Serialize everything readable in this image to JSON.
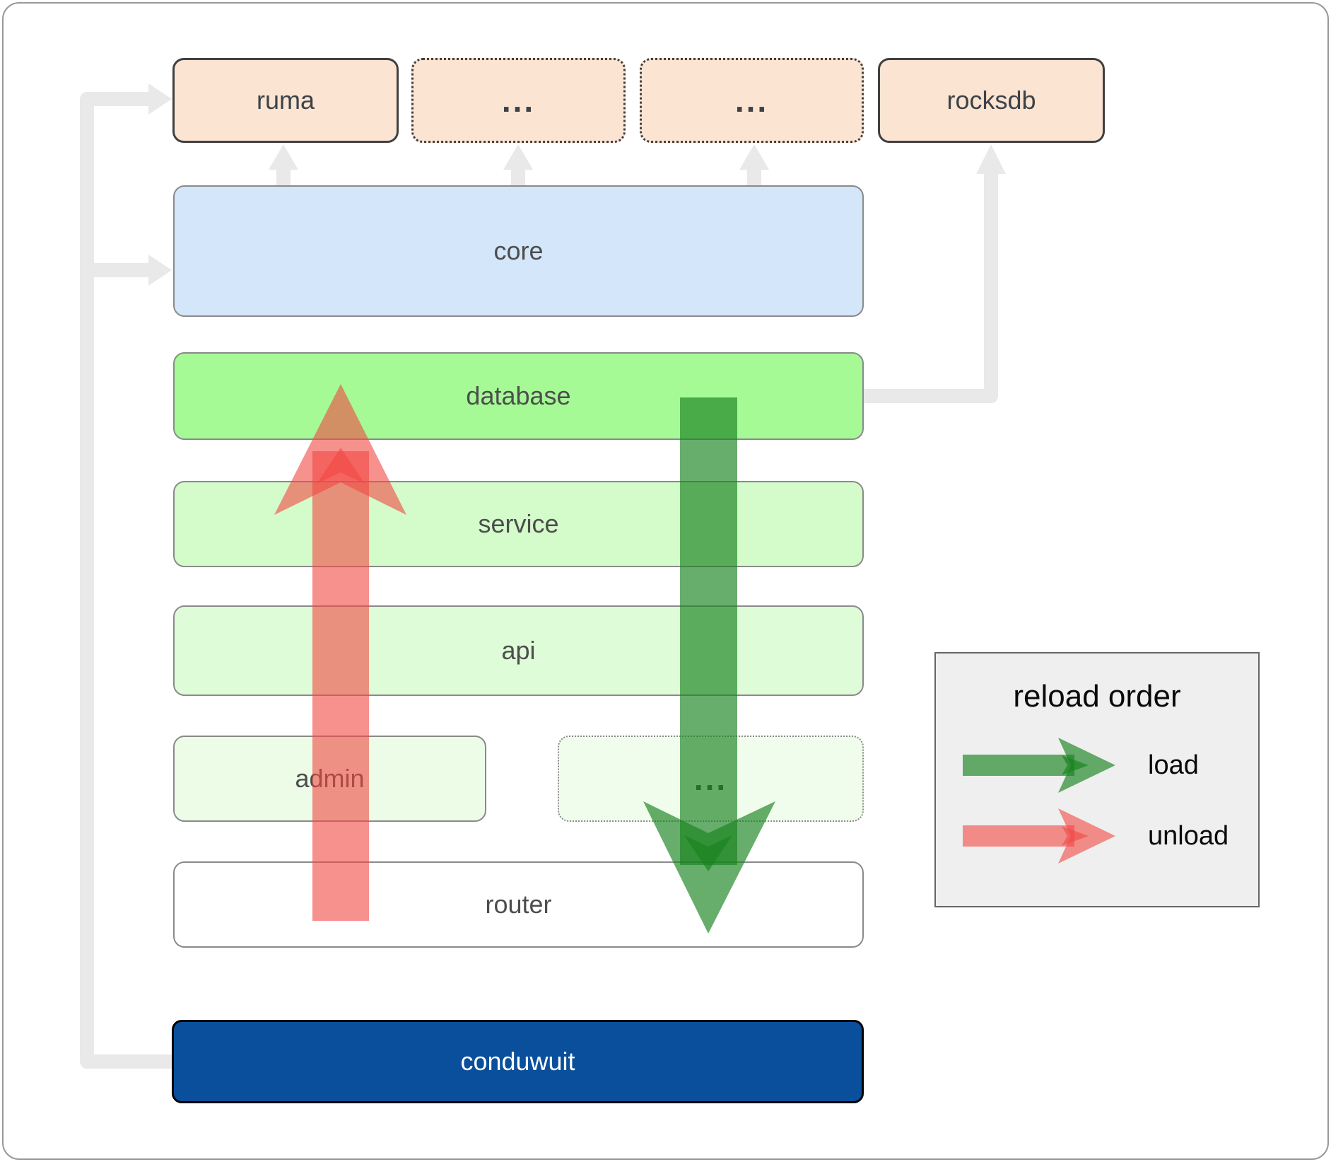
{
  "nodes": {
    "ruma": "ruma",
    "ellipsis_top_1": "...",
    "ellipsis_top_2": "...",
    "rocksdb": "rocksdb",
    "core": "core",
    "database": "database",
    "service": "service",
    "api": "api",
    "admin": "admin",
    "ellipsis_admin_row": "...",
    "router": "router",
    "conduwuit": "conduwuit"
  },
  "legend": {
    "title": "reload order",
    "items": [
      {
        "icon": "load-arrow",
        "label": "load"
      },
      {
        "icon": "unload-arrow",
        "label": "unload"
      }
    ]
  },
  "colors": {
    "load_green": "rgba(25,130,30,0.66)",
    "unload_red": "rgba(242,72,66,0.60)",
    "connector_gray": "#e9e9e9",
    "top_box_fill": "#fce4d3",
    "top_box_border": "#404040",
    "core_fill": "#d3e6fa",
    "database_fill": "#a5fa96",
    "service_fill": "#d4fbca",
    "api_fill": "#defcd8",
    "admin_fill": "#ecfce7",
    "router_fill": "#ffffff",
    "conduwuit_fill": "#0a4f9b",
    "legend_bg": "#efefef",
    "page_border": "#999999"
  }
}
